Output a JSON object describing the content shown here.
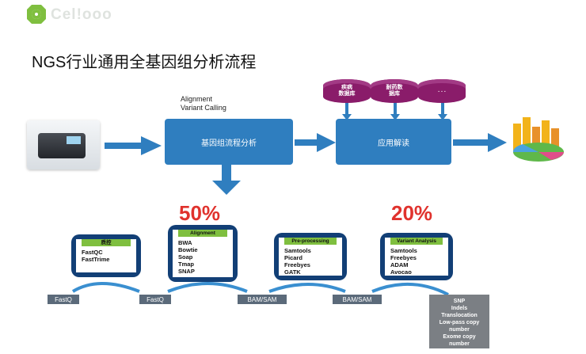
{
  "header": {
    "logo_text": "Cel!ooo"
  },
  "title": "NGS行业通用全基因组分析流程",
  "annotations": {
    "line1": "Alignment",
    "line2": "Variant Calling"
  },
  "process_boxes": {
    "genome_analysis": "基因组流程分析",
    "application": "应用解读"
  },
  "databases": [
    "疾病\n数据库",
    "耐药数\n据库",
    ". . ."
  ],
  "percentages": {
    "left": "50%",
    "right": "20%"
  },
  "tool_boxes": [
    {
      "header": "质控",
      "items": [
        "FastQC",
        "FastTrime"
      ]
    },
    {
      "header": "Alignment",
      "items": [
        "BWA",
        "Bowtie",
        "Soap",
        "Tmap",
        "SNAP"
      ]
    },
    {
      "header": "Pre-processing",
      "items": [
        "Samtools",
        "Picard",
        "Freebyes",
        "GATK"
      ]
    },
    {
      "header": "Variant Analysis",
      "items": [
        "Samtools",
        "Freebyes",
        "ADAM",
        "Avocao"
      ]
    }
  ],
  "flow_labels": [
    "FastQ",
    "FastQ",
    "BAM/SAM",
    "BAM/SAM"
  ],
  "output_box": [
    "SNP",
    "Indels",
    "Translocation",
    "Low-pass copy",
    "number",
    "Exome copy",
    "number"
  ],
  "colors": {
    "process_blue": "#2f7ebf",
    "tool_navy": "#123f76",
    "accent_red": "#e0322d",
    "header_green": "#7fbf3f",
    "db_purple": "#8a1c6a"
  }
}
